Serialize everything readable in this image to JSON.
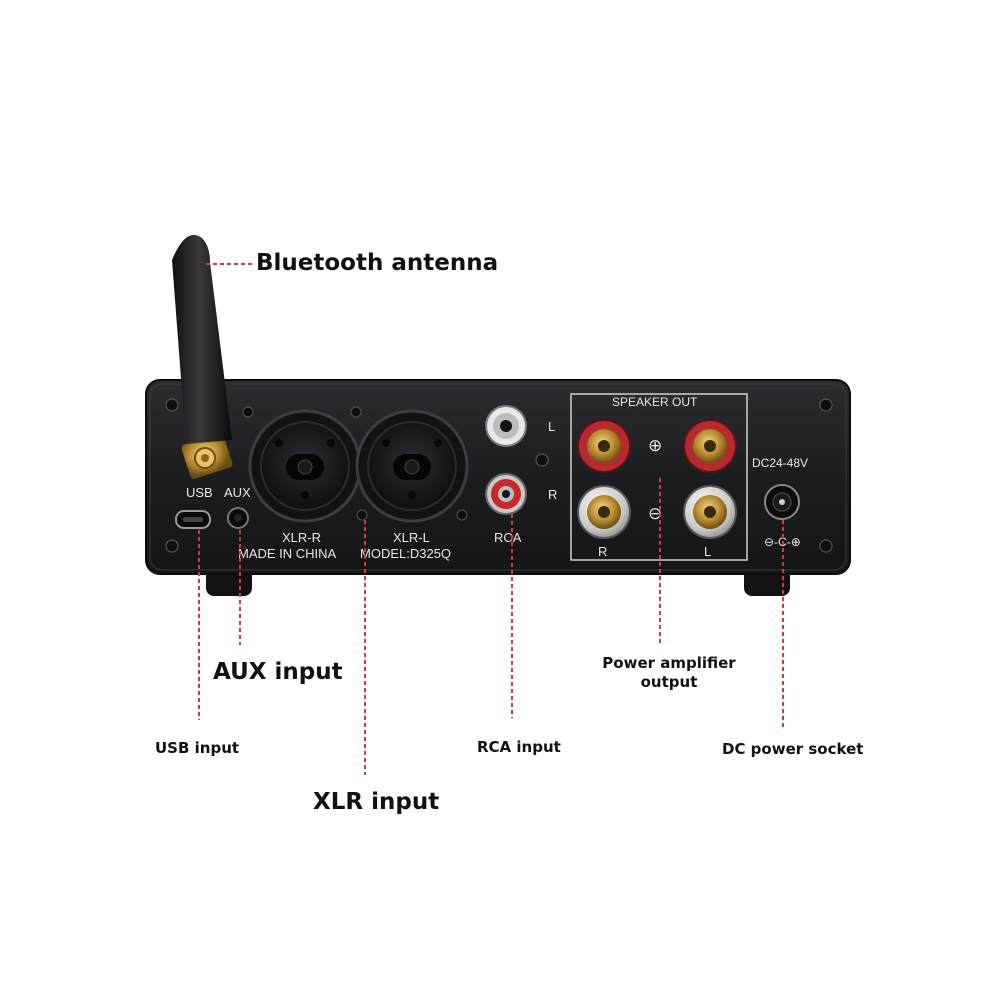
{
  "panel_labels": {
    "usb": "USB",
    "aux": "AUX",
    "xlr_r": "XLR-R",
    "xlr_l": "XLR-L",
    "made_in": "MADE IN CHINA",
    "model": "MODEL:D325Q",
    "rca_l": "L",
    "rca_r": "R",
    "rca": "RCA",
    "speaker_out": "SPEAKER OUT",
    "plus": "⊕",
    "minus": "⊖",
    "spk_r": "R",
    "spk_l": "L",
    "dc_rating": "DC24-48V",
    "polarity": "⊖-C-⊕"
  },
  "callouts": {
    "bluetooth": "Bluetooth antenna",
    "aux": "AUX input",
    "usb": "USB input",
    "xlr": "XLR input",
    "rca": "RCA input",
    "power_amp": "Power amplifier output",
    "dc": "DC power socket"
  },
  "colors": {
    "chassis": "#1f2023",
    "leader_line": "#d33a3a",
    "panel_text": "#e6e6e6",
    "background": "#ffffff"
  }
}
